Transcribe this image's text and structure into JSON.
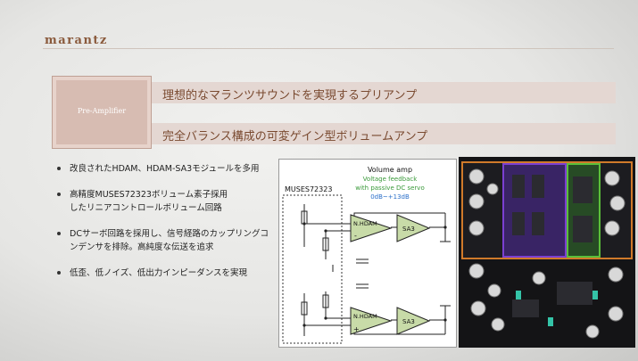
{
  "brand": {
    "logo_text": "marantz"
  },
  "thumbnail": {
    "label": "Pre-Amplifier"
  },
  "headings": {
    "title": "理想的なマランツサウンドを実現するプリアンプ",
    "subtitle": "完全バランス構成の可変ゲイン型ボリュームアンプ"
  },
  "bullets": [
    "改良されたHDAM、HDAM-SA3モジュールを多用",
    "高精度MUSES72323ボリューム素子採用\nしたリニアコントロールボリューム回路",
    "DCサーボ回路を採用し、信号経路のカップリングコンデンサを排除。高純度な伝送を追求",
    "低歪、低ノイズ、低出力インピーダンスを実現"
  ],
  "diagram": {
    "title": "Volume amp",
    "feedback_line1": "Voltage feedback",
    "feedback_line2": "with passive DC servo",
    "gain_range": "0dB~+13dB",
    "chip_label": "MUSES72323",
    "block_hdam": "N.HDAM",
    "block_sa3": "SA3",
    "minus_sign": "-",
    "plus_sign": "+",
    "colors": {
      "title": "#111111",
      "feedback": "#3a9a3a",
      "gain": "#2a6fc9",
      "opamp": "#c8dba8"
    }
  },
  "photo": {
    "colors": {
      "purple": "#7b3fd1",
      "green": "#5bbf3a",
      "orange": "#d07a2a"
    }
  }
}
